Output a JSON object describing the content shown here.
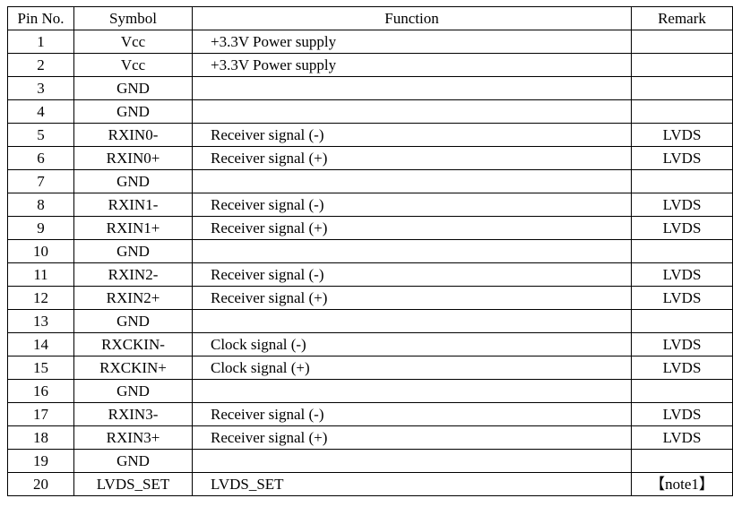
{
  "table": {
    "headers": [
      "Pin No.",
      "Symbol",
      "Function",
      "Remark"
    ],
    "rows": [
      {
        "pin": "1",
        "symbol": "Vcc",
        "function": "+3.3V Power supply",
        "remark": ""
      },
      {
        "pin": "2",
        "symbol": "Vcc",
        "function": "+3.3V Power supply",
        "remark": ""
      },
      {
        "pin": "3",
        "symbol": "GND",
        "function": "",
        "remark": ""
      },
      {
        "pin": "4",
        "symbol": "GND",
        "function": "",
        "remark": ""
      },
      {
        "pin": "5",
        "symbol": "RXIN0-",
        "function": "Receiver signal (-)",
        "remark": "LVDS"
      },
      {
        "pin": "6",
        "symbol": "RXIN0+",
        "function": "Receiver signal (+)",
        "remark": "LVDS"
      },
      {
        "pin": "7",
        "symbol": "GND",
        "function": "",
        "remark": ""
      },
      {
        "pin": "8",
        "symbol": "RXIN1-",
        "function": "Receiver signal (-)",
        "remark": "LVDS"
      },
      {
        "pin": "9",
        "symbol": "RXIN1+",
        "function": "Receiver signal (+)",
        "remark": "LVDS"
      },
      {
        "pin": "10",
        "symbol": "GND",
        "function": "",
        "remark": ""
      },
      {
        "pin": "11",
        "symbol": "RXIN2-",
        "function": "Receiver signal (-)",
        "remark": "LVDS"
      },
      {
        "pin": "12",
        "symbol": "RXIN2+",
        "function": "Receiver signal (+)",
        "remark": "LVDS"
      },
      {
        "pin": "13",
        "symbol": "GND",
        "function": "",
        "remark": ""
      },
      {
        "pin": "14",
        "symbol": "RXCKIN-",
        "function": "Clock signal (-)",
        "remark": "LVDS"
      },
      {
        "pin": "15",
        "symbol": "RXCKIN+",
        "function": "Clock signal (+)",
        "remark": "LVDS"
      },
      {
        "pin": "16",
        "symbol": "GND",
        "function": "",
        "remark": ""
      },
      {
        "pin": "17",
        "symbol": "RXIN3-",
        "function": "Receiver signal (-)",
        "remark": "LVDS"
      },
      {
        "pin": "18",
        "symbol": "RXIN3+",
        "function": "Receiver signal (+)",
        "remark": "LVDS"
      },
      {
        "pin": "19",
        "symbol": "GND",
        "function": "",
        "remark": ""
      },
      {
        "pin": "20",
        "symbol": "LVDS_SET",
        "function": "LVDS_SET",
        "remark": "【note1】"
      }
    ]
  }
}
